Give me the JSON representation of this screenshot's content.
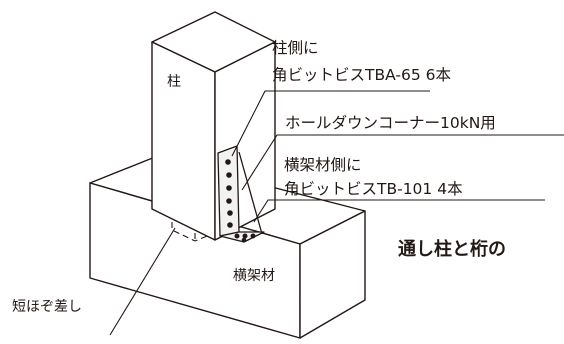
{
  "labels": {
    "post": "柱",
    "beam": "横架材",
    "tenon": "短ほぞ差し",
    "title_partial": "通し柱と桁の"
  },
  "callouts": [
    {
      "line1": "柱側に",
      "line2": "角ビットビスTBA-65 6本"
    },
    {
      "line1": "ホールダウンコーナー10kN用"
    },
    {
      "line1": "横架材側に",
      "line2": "角ビットビスTB-101 4本"
    }
  ],
  "colors": {
    "line": "#231815",
    "fill": "#ffffff",
    "bracket": "#f2f2f2"
  }
}
